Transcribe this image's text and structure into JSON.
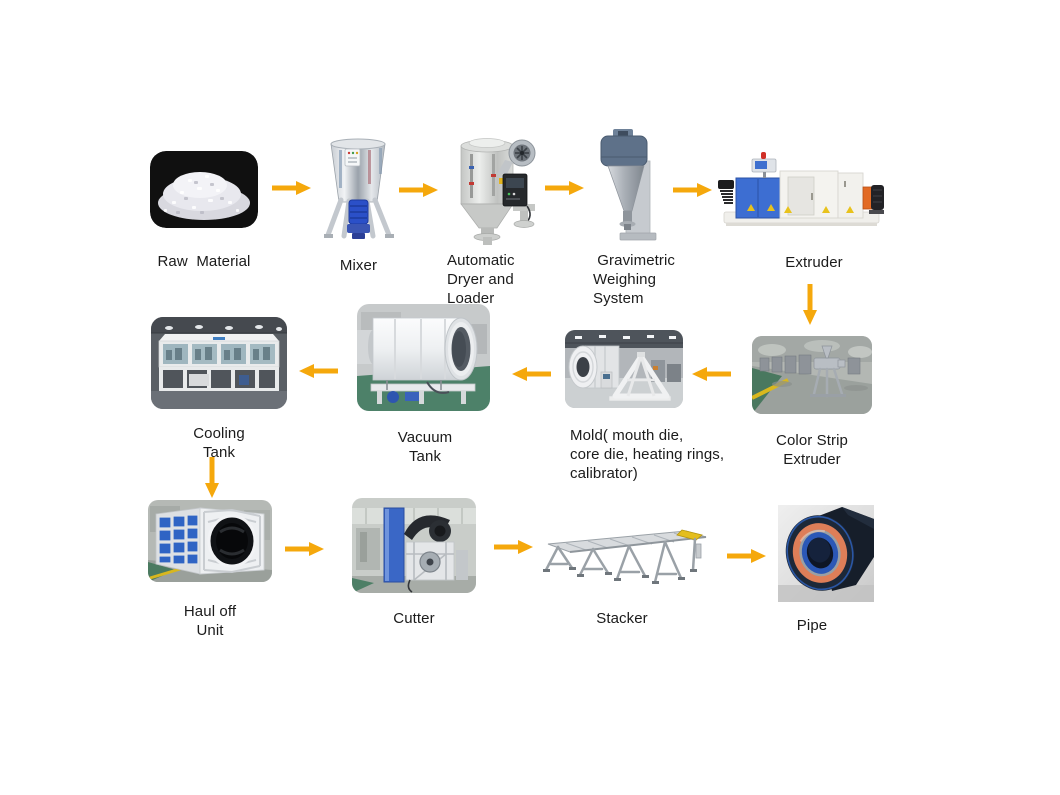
{
  "page": {
    "background": "#ffffff"
  },
  "diagram": {
    "arrow_color": "#F5A80C",
    "row1": {
      "raw_material": {
        "label": "Raw  Material"
      },
      "mixer": {
        "label": "Mixer"
      },
      "dryer": {
        "label": "Automatic\nDryer and\nLoader"
      },
      "gravimetric": {
        "label": " Gravimetric\nWeighing\nSystem"
      },
      "extruder": {
        "label": "Extruder"
      }
    },
    "row2": {
      "color_strip_extruder": {
        "label": "Color Strip\nExtruder"
      },
      "mold": {
        "label": "Mold( mouth die,\ncore die, heating rings,\ncalibrator)"
      },
      "vacuum_tank": {
        "label": "Vacuum\nTank"
      },
      "cooling_tank": {
        "label": "Cooling\nTank"
      }
    },
    "row3": {
      "haul_off_unit": {
        "label": "Haul off\nUnit"
      },
      "cutter": {
        "label": "Cutter"
      },
      "stacker": {
        "label": "Stacker"
      },
      "pipe": {
        "label": "Pipe"
      }
    }
  }
}
